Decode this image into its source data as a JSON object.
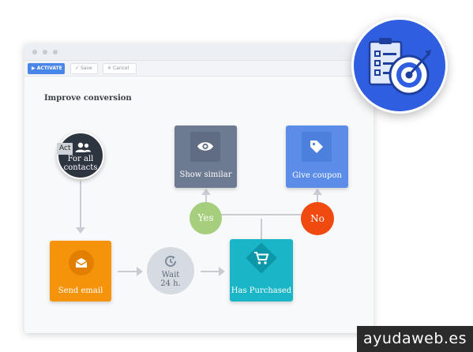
{
  "toolbar": {
    "activate_label": "ACTIVATE",
    "save_label": "Save",
    "cancel_label": "Cancel"
  },
  "canvas": {
    "title": "Improve conversion"
  },
  "nodes": {
    "contacts": {
      "tag": "Act",
      "line1": "For all",
      "line2": "contacts",
      "icon": "users-icon"
    },
    "send_email": {
      "label": "Send email",
      "icon": "envelope-icon",
      "color": "#f5930b"
    },
    "wait": {
      "line1": "Wait",
      "line2": "24 h.",
      "icon": "clock-icon"
    },
    "has_purchased": {
      "label": "Has Purchased",
      "icon": "cart-icon",
      "color": "#1ab6c7"
    },
    "show_similar": {
      "label": "Show similar",
      "icon": "eye-icon",
      "color": "#6c7a92"
    },
    "give_coupon": {
      "label": "Give coupon",
      "icon": "tag-icon",
      "color": "#5b8de8"
    }
  },
  "branches": {
    "yes_label": "Yes",
    "no_label": "No",
    "yes_color": "#a6cf7d",
    "no_color": "#f04a10"
  },
  "badge": {
    "icon": "checklist-target-icon"
  },
  "watermark": "ayudaweb.es"
}
